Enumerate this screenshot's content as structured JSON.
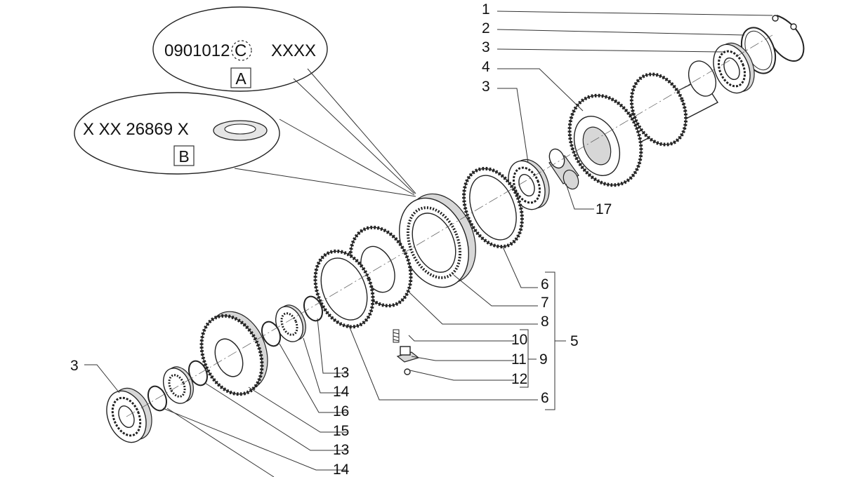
{
  "bubble_a": {
    "part_code": "0901012",
    "variant": "C",
    "suffix": "XXXX",
    "box_letter": "A"
  },
  "bubble_b": {
    "code": "X XX 26869  X",
    "box_letter": "B"
  },
  "callouts": [
    "1",
    "2",
    "3",
    "4",
    "3",
    "17",
    "6",
    "7",
    "8",
    "10",
    "11",
    "12",
    "9",
    "5",
    "6",
    "13",
    "14",
    "16",
    "15",
    "13",
    "14",
    "3"
  ]
}
